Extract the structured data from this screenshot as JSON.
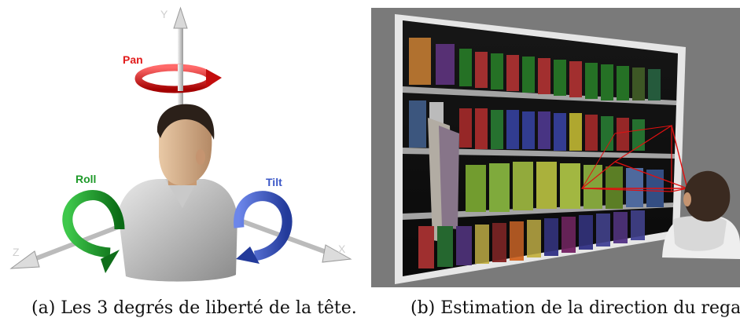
{
  "panel_a": {
    "axes": {
      "y": "Y",
      "z": "Z",
      "x": "X"
    },
    "rotations": {
      "pan": {
        "label": "Pan",
        "color": "#e11b1b"
      },
      "roll": {
        "label": "Roll",
        "color": "#1f9a2a"
      },
      "tilt": {
        "label": "Tilt",
        "color": "#3b57c7"
      }
    },
    "caption": "(a)  Les 3 degrés de liberté de la tête."
  },
  "panel_b": {
    "caption": "(b)  Estimation de la direction du regard.",
    "colors": {
      "gaze_lines": "#e01010",
      "background": "#7a7a7a"
    }
  }
}
